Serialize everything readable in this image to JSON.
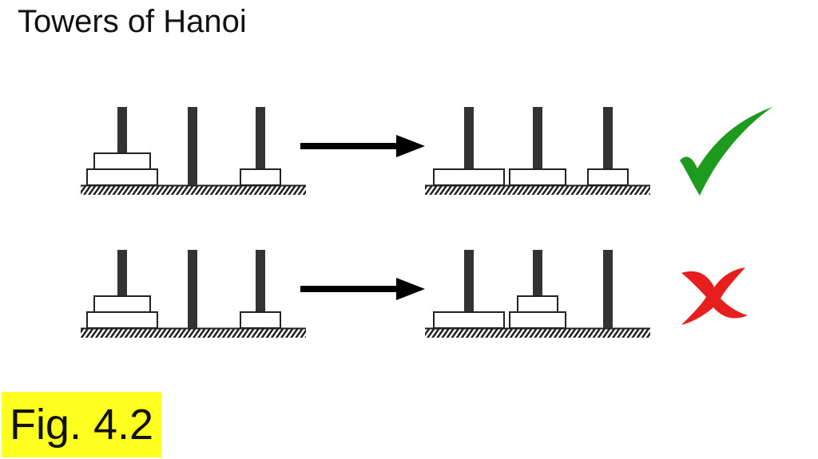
{
  "title": "Towers of Hanoi",
  "figure_label": "Fig. 4.2",
  "colors": {
    "peg": "#333333",
    "disk_fill": "#ffffff",
    "disk_stroke": "#222222",
    "arrow": "#000000",
    "check": "#1e9a1e",
    "cross": "#e61e1e",
    "label_bg": "#ffff1f"
  },
  "rows": [
    {
      "name": "valid-move",
      "before": [
        [
          "large",
          "medium"
        ],
        [],
        [
          "small"
        ]
      ],
      "after": [
        [
          "large"
        ],
        [
          "medium"
        ],
        [
          "small"
        ]
      ],
      "verdict": "check-icon"
    },
    {
      "name": "invalid-move",
      "before": [
        [
          "large",
          "medium"
        ],
        [],
        [
          "small"
        ]
      ],
      "after": [
        [
          "large"
        ],
        [
          "medium",
          "small"
        ],
        []
      ],
      "verdict": "cross-icon"
    }
  ]
}
